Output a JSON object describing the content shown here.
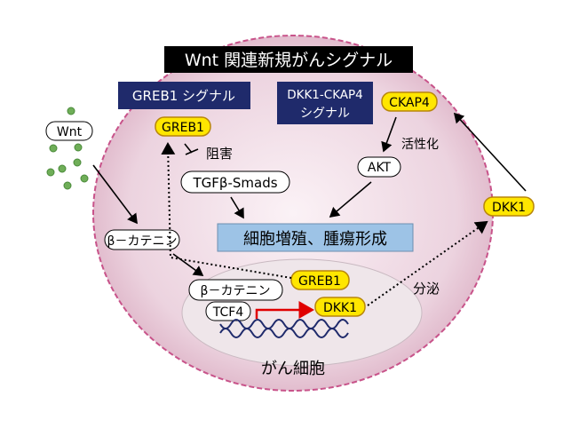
{
  "title": "Wnt 関連新規がんシグナル",
  "greb1_signal_label": "GREB1 シグナル",
  "dkk1_signal_label": [
    "DKK1-CKAP4",
    "シグナル"
  ],
  "nodes": {
    "wnt": "Wnt",
    "greb1_top": "GREB1",
    "inhibit_label": "阻害",
    "tgfb": "TGFβ-Smads",
    "ckap4": "CKAP4",
    "activation_label": "活性化",
    "akt": "AKT",
    "outcome": "細胞増殖、腫瘍形成",
    "dkk1_secreted": "DKK1",
    "beta_catenin_cyto": "β－カテニン",
    "beta_catenin_nuc": "β－カテニン",
    "tcf4": "TCF4",
    "greb1_nuc": "GREB1",
    "dkk1_nuc": "DKK1",
    "secretion_label": "分泌",
    "cell_label": "がん細胞"
  },
  "colors": {
    "cell_fill": "#ead0dc",
    "cell_edge": "#c8538a",
    "navy": "#1f2a6b",
    "yellow": "#ffe600",
    "outcome_fill": "#9dc3e6",
    "wnt_dot": "#6fae58",
    "red_arrow": "#e00000"
  }
}
